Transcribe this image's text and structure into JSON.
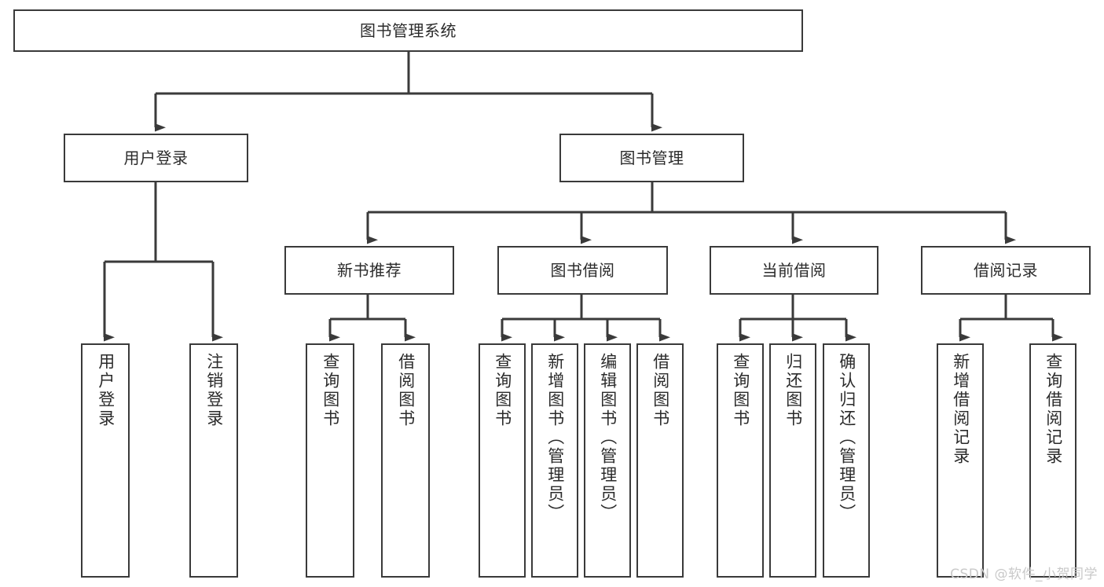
{
  "diagram": {
    "title": "图书管理系统",
    "type": "tree-hierarchy-chart",
    "watermark": "CSDN @软件_小贺同学",
    "colors": {
      "stroke": "#3a3a3a",
      "fill": "#ffffff",
      "text": "#2b2b2b",
      "watermark": "#c9c9c9"
    },
    "nodes": {
      "root": {
        "label": "图书管理系统",
        "level": 1
      },
      "user_login": {
        "label": "用户登录",
        "level": 2
      },
      "book_manage": {
        "label": "图书管理",
        "level": 2
      },
      "new_book_rec": {
        "label": "新书推荐",
        "level": 3
      },
      "book_borrow": {
        "label": "图书借阅",
        "level": 3
      },
      "current_borrow": {
        "label": "当前借阅",
        "level": 3
      },
      "borrow_record": {
        "label": "借阅记录",
        "level": 3
      },
      "leaf_user_login": {
        "label": "用户登录",
        "level": 4
      },
      "leaf_logout": {
        "label": "注销登录",
        "level": 4
      },
      "leaf_query_book_1": {
        "label": "查询图书",
        "level": 4
      },
      "leaf_borrow_book_1": {
        "label": "借阅图书",
        "level": 4
      },
      "leaf_query_book_2": {
        "label": "查询图书",
        "level": 4
      },
      "leaf_add_book": {
        "label": "新增图书（管理员）",
        "level": 4
      },
      "leaf_edit_book": {
        "label": "编辑图书（管理员）",
        "level": 4
      },
      "leaf_borrow_book_2": {
        "label": "借阅图书",
        "level": 4
      },
      "leaf_query_book_3": {
        "label": "查询图书",
        "level": 4
      },
      "leaf_return_book": {
        "label": "归还图书",
        "level": 4
      },
      "leaf_confirm_return": {
        "label": "确认归还（管理员）",
        "level": 4
      },
      "leaf_add_record": {
        "label": "新增借阅记录",
        "level": 4
      },
      "leaf_query_record": {
        "label": "查询借阅记录",
        "level": 4
      }
    }
  }
}
